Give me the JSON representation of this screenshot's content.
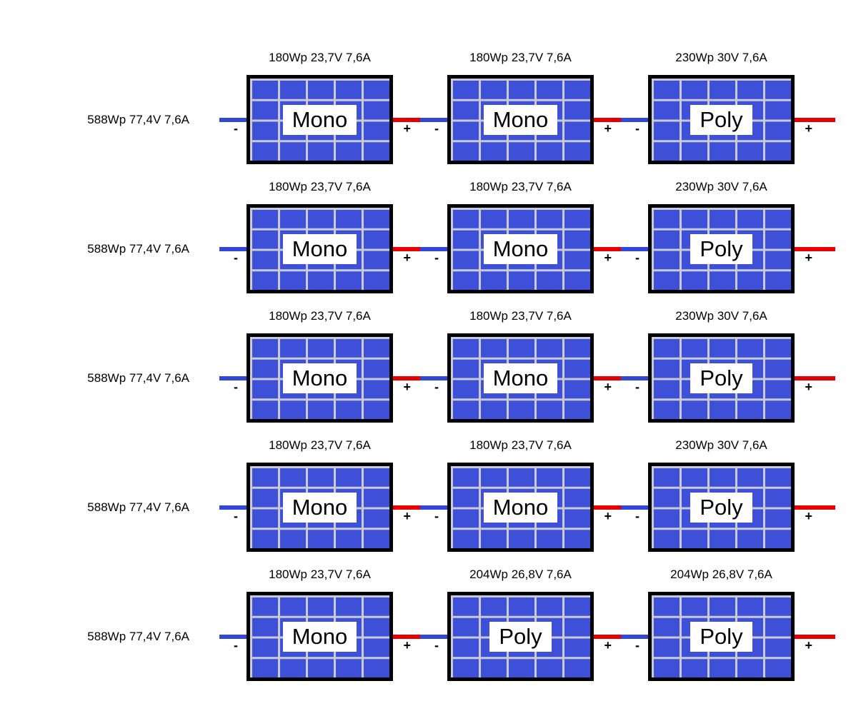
{
  "colors": {
    "panel_blue": "#3e50d8",
    "wire_blue": "#3347d6",
    "wire_red": "#e60000",
    "grid_line": "#c9ccd6",
    "panel_border": "#000000"
  },
  "signs": {
    "minus": "-",
    "plus": "+"
  },
  "rows": [
    {
      "left_label": "588Wp 77,4V 7,6A",
      "panels": [
        {
          "caption": "180Wp 23,7V 7,6A",
          "type": "Mono"
        },
        {
          "caption": "180Wp 23,7V 7,6A",
          "type": "Mono"
        },
        {
          "caption": "230Wp 30V 7,6A",
          "type": "Poly"
        }
      ]
    },
    {
      "left_label": "588Wp 77,4V 7,6A",
      "panels": [
        {
          "caption": "180Wp 23,7V 7,6A",
          "type": "Mono"
        },
        {
          "caption": "180Wp 23,7V 7,6A",
          "type": "Mono"
        },
        {
          "caption": "230Wp 30V 7,6A",
          "type": "Poly"
        }
      ]
    },
    {
      "left_label": "588Wp 77,4V 7,6A",
      "panels": [
        {
          "caption": "180Wp 23,7V 7,6A",
          "type": "Mono"
        },
        {
          "caption": "180Wp 23,7V 7,6A",
          "type": "Mono"
        },
        {
          "caption": "230Wp 30V 7,6A",
          "type": "Poly"
        }
      ]
    },
    {
      "left_label": "588Wp 77,4V 7,6A",
      "panels": [
        {
          "caption": "180Wp 23,7V 7,6A",
          "type": "Mono"
        },
        {
          "caption": "180Wp 23,7V 7,6A",
          "type": "Mono"
        },
        {
          "caption": "230Wp 30V 7,6A",
          "type": "Poly"
        }
      ]
    },
    {
      "left_label": "588Wp 77,4V 7,6A",
      "panels": [
        {
          "caption": "180Wp 23,7V 7,6A",
          "type": "Mono"
        },
        {
          "caption": "204Wp 26,8V 7,6A",
          "type": "Poly"
        },
        {
          "caption": "204Wp 26,8V 7,6A",
          "type": "Poly"
        }
      ]
    }
  ]
}
